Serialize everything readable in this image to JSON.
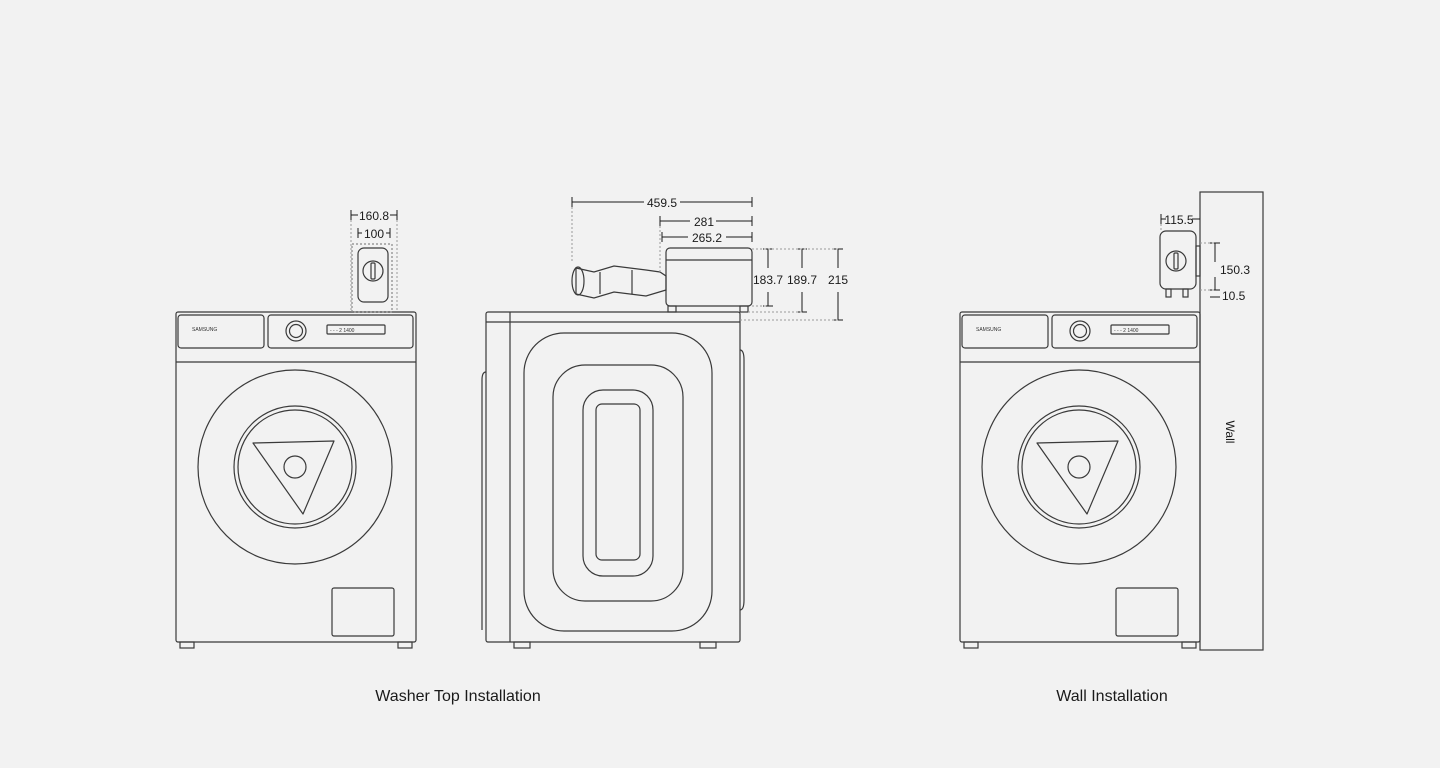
{
  "brand": "SAMSUNG",
  "display_readout": "- - -  2 1400",
  "captions": {
    "washer_top": "Washer Top Installation",
    "wall": "Wall Installation"
  },
  "wall_label": "Wall",
  "dimensions": {
    "top_module_width": "160.8",
    "top_module_inner_width": "100",
    "side_total_depth": "459.5",
    "side_box_depth": "281",
    "side_box_inner_depth": "265.2",
    "side_height_a": "183.7",
    "side_height_b": "189.7",
    "side_height_c": "215",
    "wall_module_depth": "115.5",
    "wall_module_height": "150.3",
    "wall_module_offset": "10.5"
  }
}
